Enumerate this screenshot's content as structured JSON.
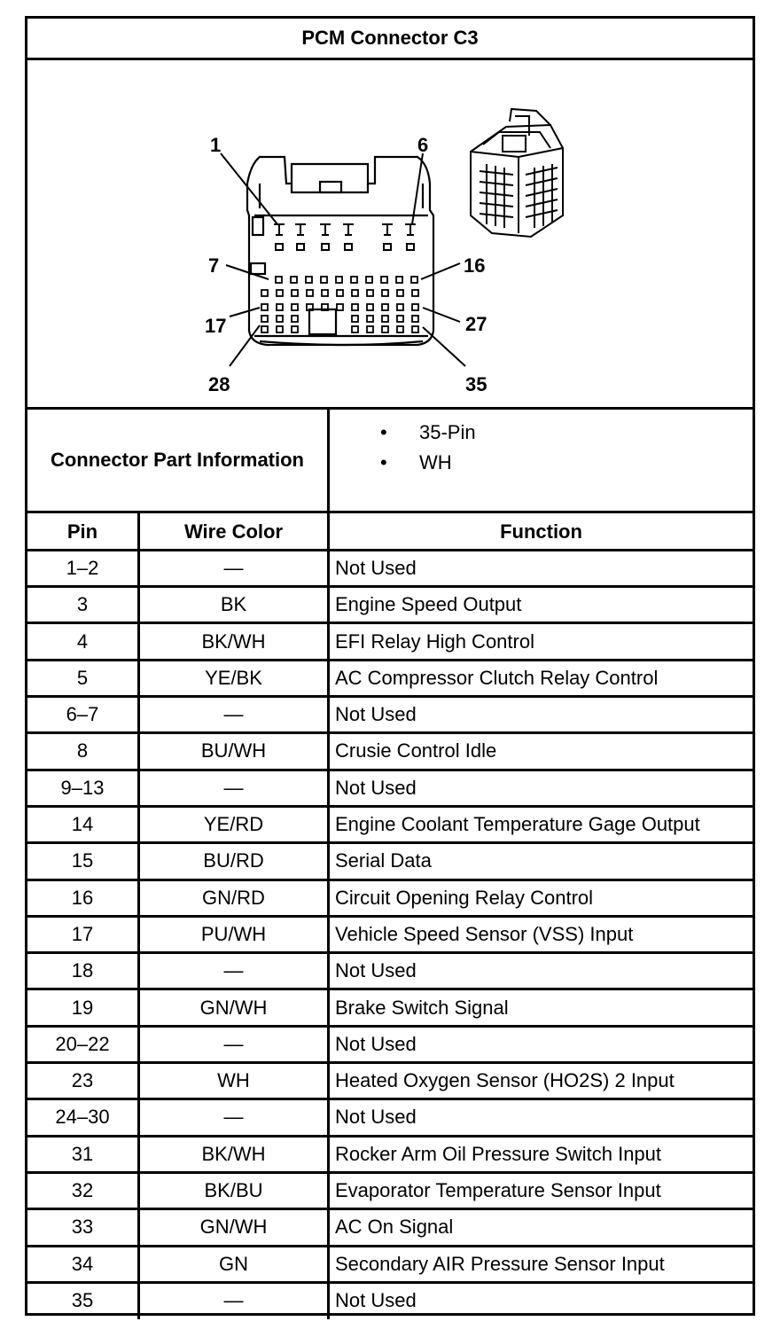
{
  "title": "PCM Connector C3",
  "diagram": {
    "callouts": [
      "1",
      "6",
      "7",
      "16",
      "17",
      "27",
      "28",
      "35"
    ]
  },
  "part_info": {
    "label": "Connector Part Information",
    "items": [
      "35-Pin",
      "WH"
    ]
  },
  "table": {
    "headers": {
      "pin": "Pin",
      "wire": "Wire Color",
      "function": "Function"
    },
    "rows": [
      {
        "pin": "1–2",
        "wire": "—",
        "function": "Not Used"
      },
      {
        "pin": "3",
        "wire": "BK",
        "function": "Engine Speed Output"
      },
      {
        "pin": "4",
        "wire": "BK/WH",
        "function": "EFI Relay High Control"
      },
      {
        "pin": "5",
        "wire": "YE/BK",
        "function": "AC Compressor Clutch Relay Control"
      },
      {
        "pin": "6–7",
        "wire": "—",
        "function": "Not Used"
      },
      {
        "pin": "8",
        "wire": "BU/WH",
        "function": "Crusie Control Idle"
      },
      {
        "pin": "9–13",
        "wire": "—",
        "function": "Not Used"
      },
      {
        "pin": "14",
        "wire": "YE/RD",
        "function": "Engine Coolant Temperature Gage Output"
      },
      {
        "pin": "15",
        "wire": "BU/RD",
        "function": "Serial Data"
      },
      {
        "pin": "16",
        "wire": "GN/RD",
        "function": "Circuit Opening Relay Control"
      },
      {
        "pin": "17",
        "wire": "PU/WH",
        "function": "Vehicle Speed Sensor (VSS) Input"
      },
      {
        "pin": "18",
        "wire": "—",
        "function": "Not Used"
      },
      {
        "pin": "19",
        "wire": "GN/WH",
        "function": "Brake Switch Signal"
      },
      {
        "pin": "20–22",
        "wire": "—",
        "function": "Not Used"
      },
      {
        "pin": "23",
        "wire": "WH",
        "function": "Heated Oxygen Sensor (HO2S) 2 Input"
      },
      {
        "pin": "24–30",
        "wire": "—",
        "function": "Not Used"
      },
      {
        "pin": "31",
        "wire": "BK/WH",
        "function": "Rocker Arm Oil Pressure Switch Input"
      },
      {
        "pin": "32",
        "wire": "BK/BU",
        "function": "Evaporator Temperature Sensor Input"
      },
      {
        "pin": "33",
        "wire": "GN/WH",
        "function": "AC On Signal"
      },
      {
        "pin": "34",
        "wire": "GN",
        "function": "Secondary AIR Pressure Sensor Input"
      },
      {
        "pin": "35",
        "wire": "—",
        "function": "Not Used"
      }
    ]
  }
}
